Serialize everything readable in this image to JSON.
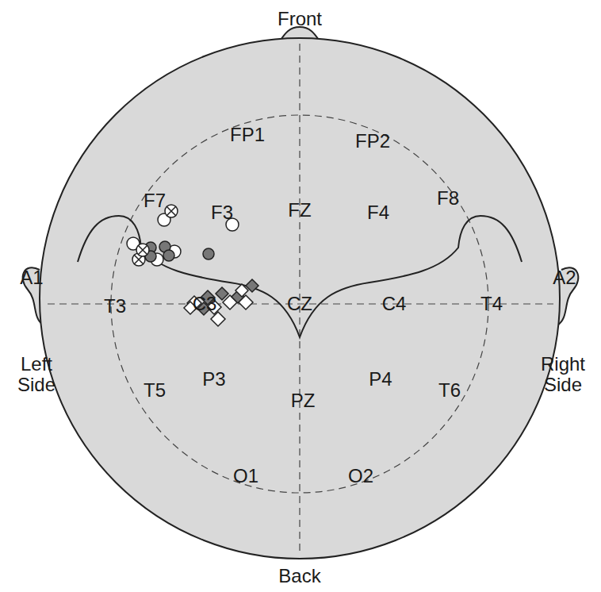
{
  "diagram": {
    "labels": [
      "Front",
      "FP1",
      "FP2",
      "F7",
      "F3",
      "FZ",
      "F4",
      "F8",
      "A1",
      "T3",
      "C3",
      "CZ",
      "C4",
      "T4",
      "A2",
      "Left Side",
      "Right Side",
      "T5",
      "P3",
      "PZ",
      "P4",
      "T6",
      "O1",
      "O2",
      "Back"
    ]
  }
}
